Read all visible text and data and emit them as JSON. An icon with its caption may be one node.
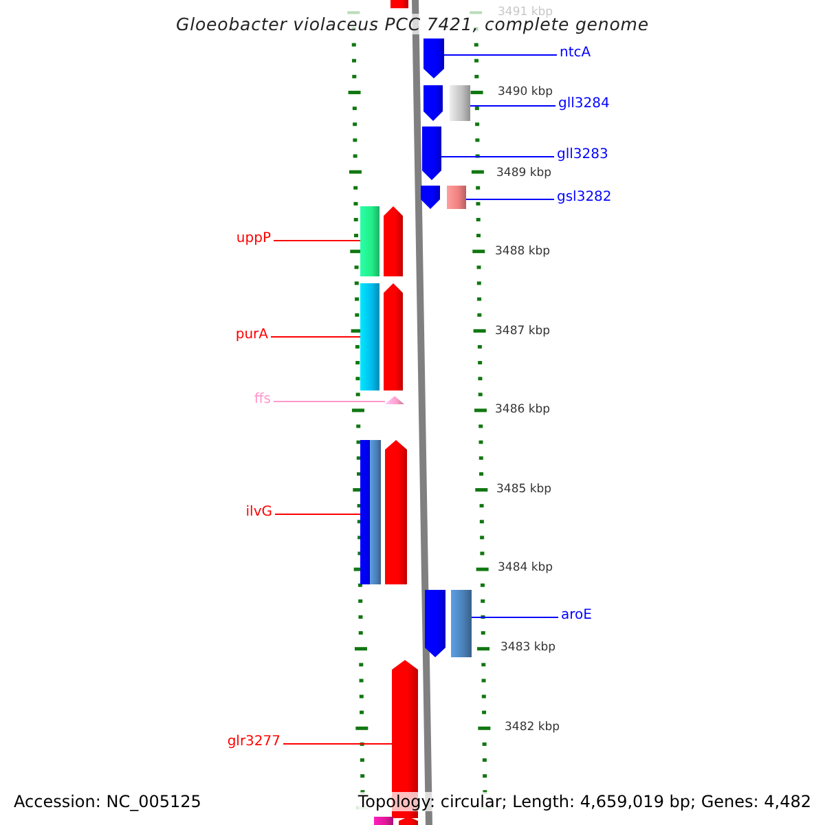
{
  "diagram": {
    "title": "Gloeobacter violaceus PCC 7421, complete genome",
    "nodes": [
      {
        "text": [
          "ntcA"
        ]
      },
      {
        "text": [
          "gll3284"
        ]
      },
      {
        "text": [
          "gll3283"
        ]
      },
      {
        "text": [
          "gsl3282"
        ]
      },
      {
        "text": [
          "uppP"
        ]
      },
      {
        "text": [
          "purA"
        ]
      },
      {
        "text": [
          "ffs"
        ]
      },
      {
        "text": [
          "ilvG"
        ]
      },
      {
        "text": [
          "aroE"
        ]
      },
      {
        "text": [
          "glr3277"
        ]
      },
      {
        "text": [],
        "shape": "bar"
      },
      {
        "text": [],
        "shape": "arrow"
      },
      {
        "text": [],
        "shape": "arrow"
      },
      {
        "text": [],
        "shape": "bar"
      },
      {
        "text": [],
        "shape": "arrow"
      },
      {
        "text": [],
        "shape": "arrow"
      },
      {
        "text": [],
        "shape": "bar"
      },
      {
        "text": [],
        "shape": "bar"
      },
      {
        "text": [],
        "shape": "arrow"
      },
      {
        "text": [],
        "shape": "bar"
      },
      {
        "text": [],
        "shape": "arrow"
      },
      {
        "text": [],
        "shape": "triangle"
      },
      {
        "text": [],
        "shape": "bar"
      },
      {
        "text": [],
        "shape": "bar"
      },
      {
        "text": [],
        "shape": "arrow"
      },
      {
        "text": [],
        "shape": "arrow"
      },
      {
        "text": [],
        "shape": "bar"
      },
      {
        "text": [],
        "shape": "arrow"
      },
      {
        "text": [],
        "shape": "bar"
      },
      {
        "text": [],
        "shape": "arrow"
      }
    ],
    "edges": [
      {
        "from": 0,
        "to": 11,
        "arrow": "none"
      },
      {
        "from": 1,
        "to": 13,
        "arrow": "none"
      },
      {
        "from": 2,
        "to": 14,
        "arrow": "none"
      },
      {
        "from": 3,
        "to": 16,
        "arrow": "none"
      },
      {
        "from": 4,
        "to": 17,
        "arrow": "none",
        "color": "#ff0000"
      },
      {
        "from": 5,
        "to": 19,
        "arrow": "none",
        "color": "#ff0000"
      },
      {
        "from": 6,
        "to": 21,
        "arrow": "none",
        "color": "#ff99cc"
      },
      {
        "from": 7,
        "to": 22,
        "arrow": "none",
        "color": "#ff0000"
      },
      {
        "from": 8,
        "to": 26,
        "arrow": "none"
      },
      {
        "from": 9,
        "to": 27,
        "arrow": "none",
        "color": "#ff0000"
      }
    ],
    "labels": [
      "3491 kbp",
      "3490 kbp",
      "3489 kbp",
      "3488 kbp",
      "3487 kbp",
      "3486 kbp",
      "3485 kbp",
      "3484 kbp",
      "3483 kbp",
      "3482 kbp",
      "Accession: NC_005125",
      "Topology: circular; Length: 4,659,019 bp; Genes: 4,482"
    ]
  }
}
